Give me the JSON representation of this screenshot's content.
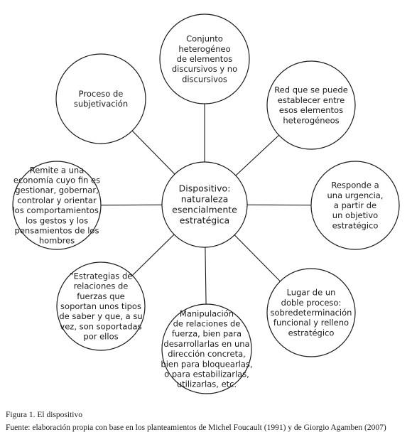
{
  "diagram": {
    "center": {
      "lines": [
        "Dispositivo:",
        "naturaleza",
        "esencialmente",
        "estratégica"
      ]
    },
    "nodes": [
      {
        "id": "conjunto",
        "lines": [
          "Conjunto",
          "heterogéneo",
          "de elementos",
          "discursivos y no",
          "discursivos"
        ]
      },
      {
        "id": "red",
        "lines": [
          "Red que se puede",
          "establecer entre",
          "esos elementos",
          "heterogéneos"
        ]
      },
      {
        "id": "responde",
        "lines": [
          "Responde a",
          "una urgencia,",
          "a partir de",
          "un objetivo",
          "estratégico"
        ]
      },
      {
        "id": "lugar",
        "lines": [
          "Lugar de un",
          "doble proceso:",
          "sobredeterminación",
          "funcional y  relleno",
          "estratégico"
        ]
      },
      {
        "id": "manipulacion",
        "lines": [
          "Manipulación",
          "de relaciones de",
          "fuerza, bien para",
          "desarrollarlas en una",
          "dirección concreta,",
          "bien para bloquearlas,",
          "o para estabilizarlas,",
          "utilizarlas, etc."
        ]
      },
      {
        "id": "estrategias",
        "lines": [
          "“Estrategias de",
          "relaciones de",
          "fuerzas que",
          "soportan unos tipos",
          "de saber y que, a su",
          "vez, son soportadas",
          "por ellos"
        ]
      },
      {
        "id": "remite",
        "lines": [
          "Remite a una",
          "economía cuyo fin es",
          "gestionar,  gobernar,",
          "controlar y  orientar",
          "los comportamientos,",
          "los gestos y los",
          "pensamientos de los",
          "hombres"
        ]
      },
      {
        "id": "proceso",
        "lines": [
          "Proceso de",
          "subjetivación"
        ]
      }
    ]
  },
  "caption": {
    "title": "Figura 1. El dispositivo",
    "source": "Fuente: elaboración propia con base en los planteamientos de Michel Foucault (1991) y de Giorgio Agamben (2007)"
  }
}
